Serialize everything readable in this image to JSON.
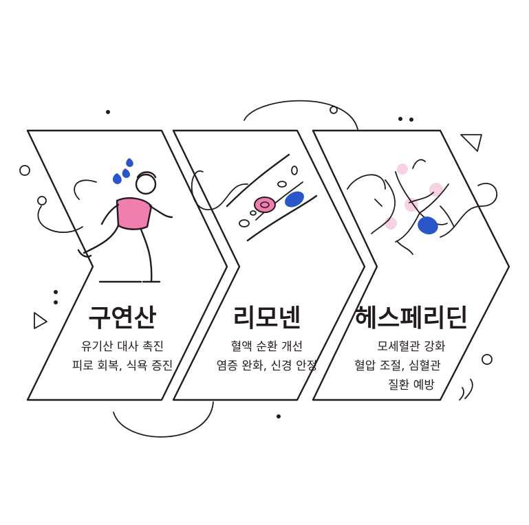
{
  "panels": [
    {
      "title": "구연산",
      "lines": [
        "유기산 대사 촉진",
        "피로 회복, 식욕 증진"
      ],
      "illustration": "running-person"
    },
    {
      "title": "리모넨",
      "lines": [
        "혈액 순환 개선",
        "염증 완화, 신경 안정"
      ],
      "illustration": "blood-vessel"
    },
    {
      "title": "헤스페리딘",
      "lines": [
        "모세혈관 강화",
        "혈압 조절, 심혈관",
        "질환 예방"
      ],
      "illustration": "capillary-network"
    }
  ],
  "colors": {
    "outline": "#231a1f",
    "pink": "#f07fb0",
    "light_pink": "#f6d2e2",
    "blue": "#2a56c9",
    "background": "#ffffff"
  }
}
